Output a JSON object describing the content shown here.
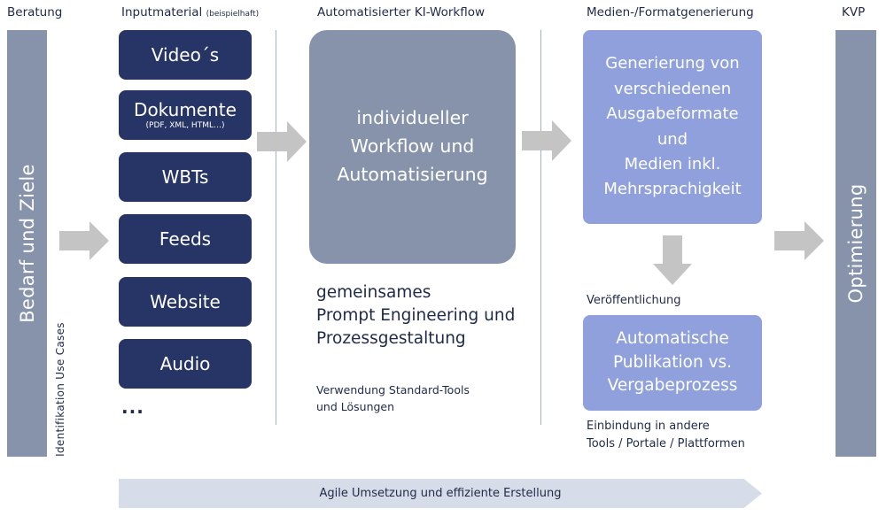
{
  "headers": {
    "beratung": "Beratung",
    "input": "Inputmaterial",
    "input_note": "(beispielhaft)",
    "ki": "Automatisierter KI-Workflow",
    "medien": "Medien-/Formatgenerierung",
    "kvp": "KVP"
  },
  "left_bar": {
    "label": "Bedarf und Ziele"
  },
  "left_caption": "Identifikation Use Cases",
  "inputs": [
    {
      "label": "Video´s",
      "sub": ""
    },
    {
      "label": "Dokumente",
      "sub": "(PDF, XML, HTML…)"
    },
    {
      "label": "WBTs",
      "sub": ""
    },
    {
      "label": "Feeds",
      "sub": ""
    },
    {
      "label": "Website",
      "sub": ""
    },
    {
      "label": "Audio",
      "sub": ""
    }
  ],
  "inputs_more": "...",
  "workflow": {
    "box_lines": [
      "individueller",
      "Workflow und",
      "Automatisierung"
    ],
    "prompt_lines": [
      "gemeinsames",
      "Prompt Engineering und",
      "Prozessgestaltung"
    ],
    "tools_lines": [
      "Verwendung Standard-Tools",
      "und Lösungen"
    ]
  },
  "media": {
    "gen_lines": [
      "Generierung von",
      "verschiedenen",
      "Ausgabeformate",
      "und",
      "Medien inkl.",
      "Mehrsprachigkeit"
    ],
    "publish_label": "Veröffentlichung",
    "pub_lines": [
      "Automatische",
      "Publikation vs.",
      "Vergabeprozess"
    ],
    "integration_lines": [
      "Einbindung in andere",
      "Tools / Portale / Plattformen"
    ]
  },
  "right_bar": {
    "label": "Optimierung"
  },
  "bottom_banner": "Agile Umsetzung und effiziente Erstellung",
  "colors": {
    "navy": "#273566",
    "slate": "#8793ab",
    "lavender": "#8fa0dc",
    "arrow_grey": "#c4c4c4",
    "banner": "#d6dde8"
  }
}
